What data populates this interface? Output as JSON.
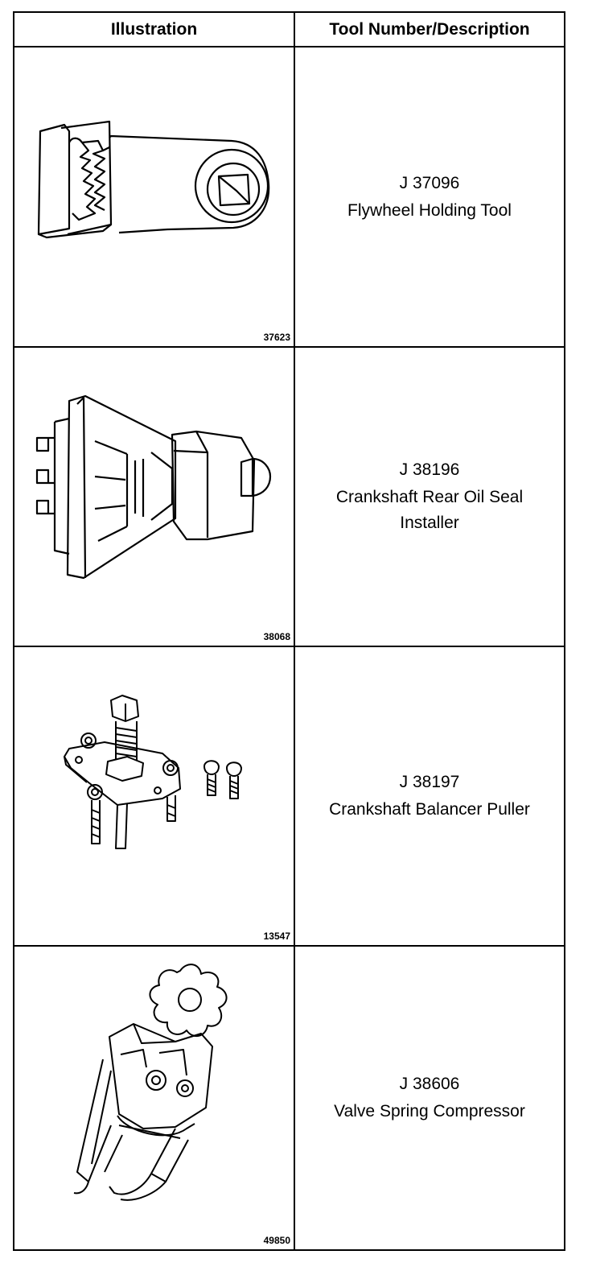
{
  "header": {
    "illustration": "Illustration",
    "tool": "Tool Number/Description"
  },
  "rows": [
    {
      "tool_number": "J 37096",
      "description": "Flywheel Holding Tool",
      "figure": "37623",
      "icon": "flywheel-holding-tool-illustration"
    },
    {
      "tool_number": "J 38196",
      "description": "Crankshaft Rear Oil Seal Installer",
      "figure": "38068",
      "icon": "rear-oil-seal-installer-illustration"
    },
    {
      "tool_number": "J 38197",
      "description": "Crankshaft Balancer Puller",
      "figure": "13547",
      "icon": "balancer-puller-illustration"
    },
    {
      "tool_number": "J 38606",
      "description": "Valve Spring Compressor",
      "figure": "49850",
      "icon": "valve-spring-compressor-illustration"
    }
  ]
}
